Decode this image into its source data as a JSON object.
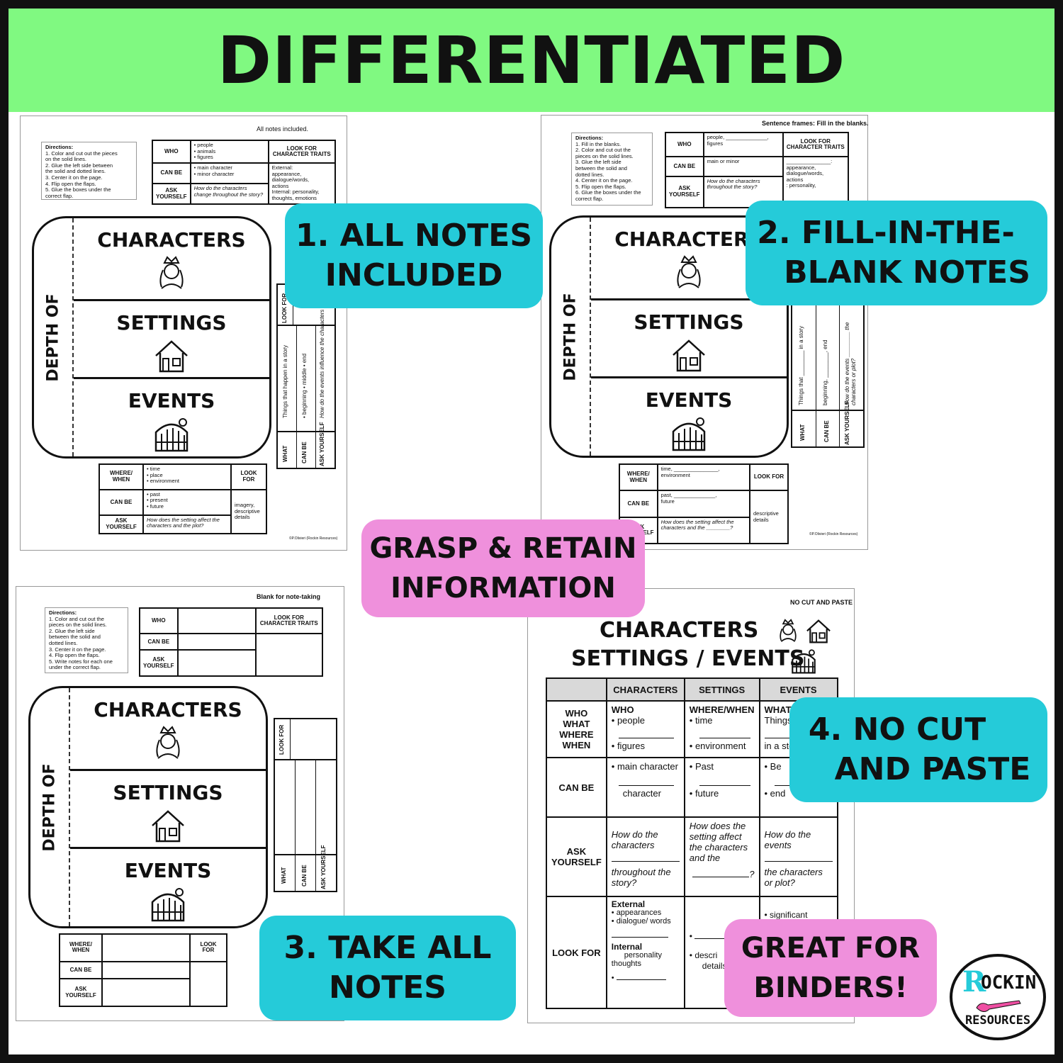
{
  "banner": {
    "title": "DIFFERENTIATED"
  },
  "labels": {
    "all_notes": [
      "1. ALL NOTES",
      "INCLUDED"
    ],
    "fill_blank": [
      "2. FILL-IN-THE-",
      "BLANK NOTES"
    ],
    "take_notes": [
      "3. TAKE ALL",
      "NOTES"
    ],
    "no_cut": [
      "4. NO CUT",
      "AND PASTE"
    ],
    "grasp": [
      "GRASP & RETAIN",
      "INFORMATION"
    ],
    "binders": [
      "GREAT FOR",
      "BINDERS!"
    ]
  },
  "flap": {
    "side": "DEPTH OF",
    "sections": [
      "CHARACTERS",
      "SETTINGS",
      "EVENTS"
    ]
  },
  "sheet1": {
    "caption": "All notes included.",
    "directions": [
      "Directions:",
      "1.  Color and cut out the pieces",
      "     on the solid lines.",
      "2.  Glue the left side between",
      "     the solid and dotted lines.",
      "3.  Center it on the page.",
      "4.  Flip open the flaps.",
      "5.  Glue the boxes under the",
      "     correct flap."
    ],
    "who": "WHO",
    "who_items": [
      "•  people",
      "•  animals",
      "•  figures"
    ],
    "canbe": "CAN BE",
    "canbe_items": [
      "•  main character",
      "•  minor character"
    ],
    "ask": "ASK YOURSELF",
    "ask_text": "How do the characters change throughout the story?",
    "look": "LOOK FOR CHARACTER TRAITS",
    "look_text": [
      "External:",
      "appearance,",
      "dialogue/words,",
      "actions",
      "Internal: personality,",
      "thoughts, emotions"
    ],
    "where": "WHERE/ WHEN",
    "where_items": [
      "•  time",
      "•  place",
      "•  environment"
    ],
    "canbe2_items": [
      "•  past",
      "•  present",
      "•  future"
    ],
    "ask2_text": "How does the setting affect the characters and the plot?",
    "look2": "LOOK FOR",
    "look2_text": "imagery, descriptive details",
    "ev_what": "WHAT",
    "ev_canbe": "CAN BE",
    "ev_ask": "ASK YOURSELF",
    "ev_things": "Things that happen in a story",
    "ev_items": "•  beginning  •  middle  •  end",
    "ev_ask_text": "How do the events influence the characters or plot?",
    "ev_look": "LOOK FOR",
    "copyright": "©P.Olivieri (Rockin Resources)"
  },
  "sheet2": {
    "caption": "Sentence frames: Fill in the blanks.",
    "directions": [
      "Directions:",
      "1.  Fill in the blanks.",
      "2.  Color and cut out the",
      "     pieces on the solid lines.",
      "3.  Glue the left side",
      "     between the solid and",
      "     dotted lines.",
      "4.  Center it on the page.",
      "5.  Flip open the flaps.",
      "6.  Glue the boxes under the",
      "     correct flap."
    ],
    "who_text": "people, ______________,",
    "who_text2": "figures",
    "canbe_text": "main or minor",
    "ask_text": "How do the characters",
    "ask_text2": "throughout the story?",
    "look": "LOOK FOR CHARACTER TRAITS",
    "look_text": [
      "_______________:",
      "appearance,",
      "dialogue/words,",
      "actions",
      ": personality,"
    ],
    "where_text": "time, _______________,",
    "where_text2": "environment",
    "canbe2_text": "past, ______________,",
    "canbe2_text2": "future",
    "ask2_text": "How does the setting affect the",
    "ask2_text2": "characters and the ________?",
    "look2_text": "descriptive details",
    "ev_things": "Things that ________ in a story",
    "ev_items": "beginning, ________, end",
    "ev_ask_text": "How do the events ________ the characters or plot?",
    "copyright": "©P.Olivieri (Rockin Resources)"
  },
  "sheet3": {
    "caption": "Blank for note-taking",
    "directions": [
      "Directions:",
      "1.  Color and cut out the",
      "     pieces on the solid lines.",
      "2.  Glue the left side",
      "     between the solid and",
      "     dotted lines.",
      "3.  Center it on the page.",
      "4.  Flip open the flaps.",
      "5.  Write notes for each one",
      "     under the correct flap."
    ]
  },
  "sheet4": {
    "caption": "NO CUT AND PASTE",
    "title1": "CHARACTERS",
    "title2": "SETTINGS / EVENTS",
    "headers": [
      "CHARACTERS",
      "SETTINGS",
      "EVENTS"
    ],
    "rows": {
      "r1": "WHO WHAT WHERE WHEN",
      "r2": "CAN BE",
      "r3": "ASK YOURSELF",
      "r4": "LOOK FOR"
    },
    "c_who": "WHO",
    "c_people": "• people",
    "c_figures": "• figures",
    "s_where": "WHERE/WHEN",
    "s_time": "•  time",
    "s_env": "•  environment",
    "e_what": "WHAT",
    "e_things": "Things",
    "e_story": "in a sto",
    "c_main": "• main character",
    "c_char": "character",
    "s_past": "•  Past",
    "s_future": "•  future",
    "e_be": "•  Be",
    "e_end": "•  end",
    "c_ask": "How do the characters",
    "c_ask2": "throughout the story?",
    "s_ask": "How does the setting affect the characters and the",
    "s_ask2": "?",
    "e_ask": "How do the events",
    "e_ask2": "the characters or plot?",
    "c_ext": "External",
    "c_app": "•  appearances",
    "c_dia": "•  dialogue/ words",
    "c_int": "Internal",
    "c_per": "personality",
    "c_tho": "thoughts",
    "s_desc": "•  descri",
    "s_det": "details",
    "e_sig": "•  significant"
  },
  "logo": {
    "r": "R",
    "ockin": "OCKIN",
    "resources": "RESOURCES"
  }
}
